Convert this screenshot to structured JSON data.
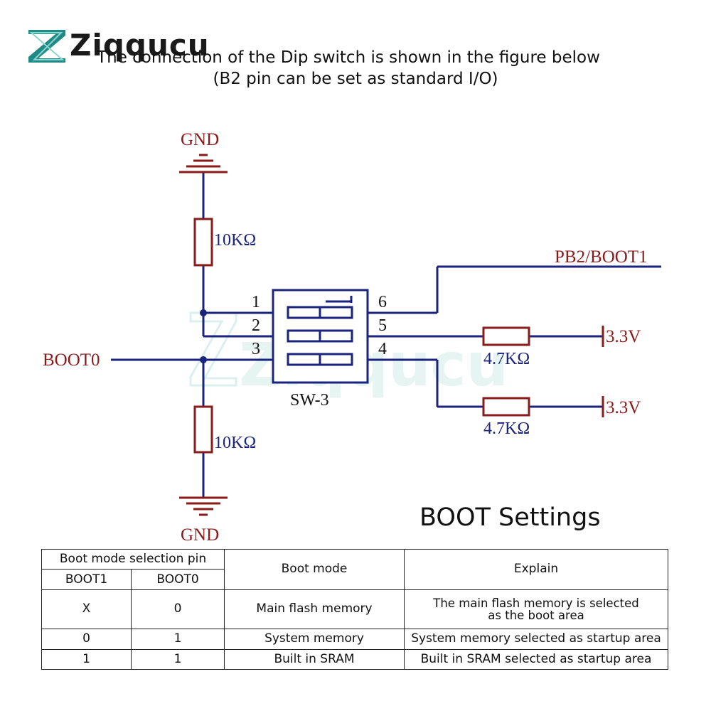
{
  "logo": {
    "text": "Ziqqucu"
  },
  "heading": {
    "line1": "The connection of the Dip switch is shown in the figure below",
    "line2": "(B2 pin can be set as standard I/O)"
  },
  "watermark": {
    "text": "Ziqqucu"
  },
  "schematic": {
    "gnd_top": "GND",
    "gnd_bottom": "GND",
    "r_top": "10KΩ",
    "r_bottom": "10KΩ",
    "r_right_1": "4.7KΩ",
    "r_right_2": "4.7KΩ",
    "boot0": "BOOT0",
    "pb2": "PB2/BOOT1",
    "vcc_1": "3.3V",
    "vcc_2": "3.3V",
    "switch_name": "SW-3",
    "pins": [
      "1",
      "2",
      "3",
      "4",
      "5",
      "6"
    ],
    "colors": {
      "wire": "#1a237e",
      "label": "#8b1a1a",
      "ground": "#8b1a1a"
    }
  },
  "boot_settings": {
    "title": "BOOT Settings",
    "header_group": "Boot mode selection pin",
    "header_boot1": "BOOT1",
    "header_boot0": "BOOT0",
    "header_mode": "Boot mode",
    "header_explain": "Explain",
    "rows": [
      {
        "boot1": "X",
        "boot0": "0",
        "mode": "Main flash memory",
        "explain_1": "The main flash memory is selected",
        "explain_2": "as the boot area"
      },
      {
        "boot1": "0",
        "boot0": "1",
        "mode": "System memory",
        "explain": "System memory selected as startup area"
      },
      {
        "boot1": "1",
        "boot0": "1",
        "mode": "Built in SRAM",
        "explain": "Built in SRAM selected as startup area"
      }
    ]
  }
}
